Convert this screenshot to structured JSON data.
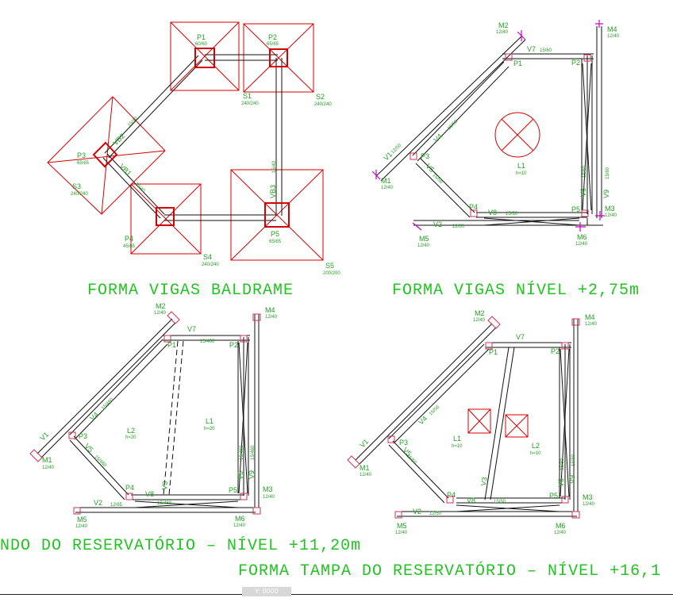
{
  "titles": {
    "baldrame": "FORMA VIGAS BALDRAME",
    "nivel275": "FORMA VIGAS NÍVEL +2,75m",
    "fundo": "NDO DO RESERVATÓRIO – NÍVEL +11,20m",
    "tampa": "FORMA TAMPA DO RESERVATÓRIO – NÍVEL +16,1"
  },
  "baldrame": {
    "P1": "P1",
    "P1d": "60/60",
    "P2": "P2",
    "P2d": "65/65",
    "P3": "P3",
    "P3d": "65/65",
    "P4": "P4",
    "P4d": "45/65",
    "P5": "P5",
    "P5d": "65/65",
    "S1": "S1",
    "S1d": "240/240",
    "S2": "S2",
    "S2d": "240/240",
    "S3": "S3",
    "S3d": "240/240",
    "S4": "S4",
    "S4d": "240/240",
    "S5": "S5",
    "S5d": "200/200",
    "VB1": "VB1",
    "VB2": "VB2",
    "VB3": "VB3",
    "vd1": "15/40",
    "vd2": "15/40",
    "vd3": "15/40"
  },
  "nivel275": {
    "M1": "M1",
    "M1d": "12/40",
    "M2": "M2",
    "M2d": "12/40",
    "M3": "M3",
    "M3d": "12/40",
    "M4": "M4",
    "M4d": "12/40",
    "M5": "M5",
    "M5d": "12/40",
    "M6": "M6",
    "M6d": "12/40",
    "P1": "P1",
    "P2": "P2",
    "P3": "P3",
    "P4": "P4",
    "P5": "P5",
    "V1": "V1",
    "V1d": "12/50",
    "V2": "V2",
    "V2d": "12/60",
    "V4": "V4",
    "V4d": "15/50",
    "V5": "V5",
    "V5d": "15/50",
    "V6": "V6",
    "V6d": "15/60",
    "V7": "V7",
    "V7d": "15/60",
    "V8": "V8",
    "V8d": "15/30",
    "V9": "V9",
    "V9d": "15/60",
    "L1": "L1",
    "h": "h=10"
  },
  "fundo": {
    "M1": "M1",
    "M1d": "12/40",
    "M2": "M2",
    "M2d": "12/40",
    "M3": "M3",
    "M3d": "12/40",
    "M4": "M4",
    "M4d": "12/40",
    "M5": "M5",
    "M5d": "12/40",
    "M6": "M6",
    "M6d": "12/40",
    "P1": "P1",
    "P2": "P2",
    "P3": "P3",
    "P4": "P4",
    "P5": "P5",
    "V1": "V1",
    "V2": "V2",
    "V2d": "12/65",
    "V4": "V4",
    "V4d": "15/460",
    "V5": "V5",
    "V5d": "15/460",
    "V6": "V6",
    "V6d": "15/460",
    "V7": "V7",
    "V7d": "15/460",
    "V8": "V8",
    "V8d": "15/460",
    "V9": "V9",
    "V9d": "15/460",
    "L1": "L1",
    "L1h": "h=20",
    "L2": "L2",
    "L2h": "h=20"
  },
  "tampa": {
    "M1": "M1",
    "M1d": "12/40",
    "M2": "M2",
    "M2d": "12/40",
    "M3": "M3",
    "M3d": "12/40",
    "M4": "M4",
    "M4d": "12/40",
    "M5": "M5",
    "M5d": "12/40",
    "M6": "M6",
    "M6d": "12/40",
    "P1": "P1",
    "P2": "P2",
    "P3": "P3",
    "P4": "P4",
    "P5": "P5",
    "V1": "V1",
    "V2": "V2",
    "V2d": "12/50",
    "V4": "V4",
    "V4d": "15/50",
    "V5": "V5",
    "V5d": "15/50",
    "V6": "V6",
    "V6d": "15/50",
    "V7": "V7",
    "V8": "V8",
    "V8d": "15/50",
    "V9": "V9",
    "V9d": "15/50",
    "L1": "L1",
    "L1h": "h=10",
    "L2": "L2",
    "L2h": "h=10"
  },
  "status": {
    "coord": "Y: 0000"
  }
}
